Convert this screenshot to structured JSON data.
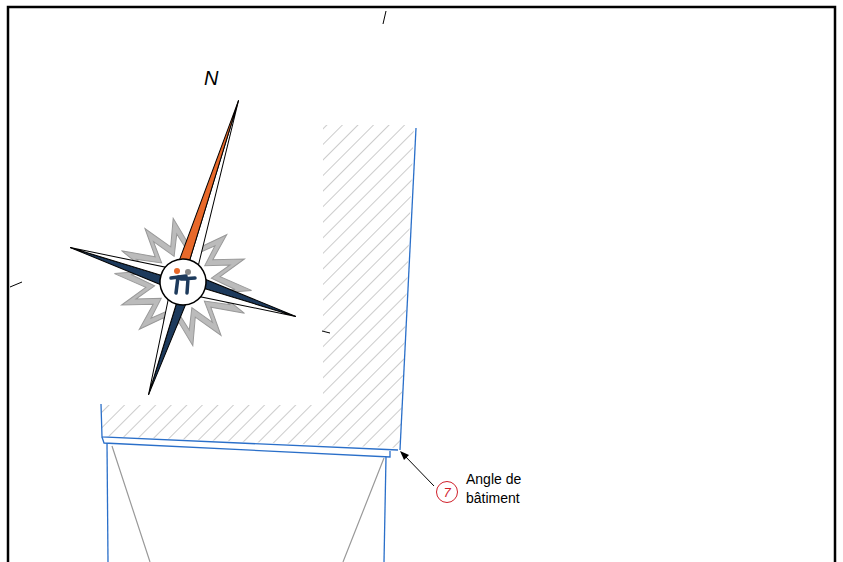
{
  "diagram": {
    "nodes": [
      {
        "text": [
          "7"
        ]
      }
    ],
    "labels": [
      "N",
      "Angle de bâtiment"
    ]
  }
}
